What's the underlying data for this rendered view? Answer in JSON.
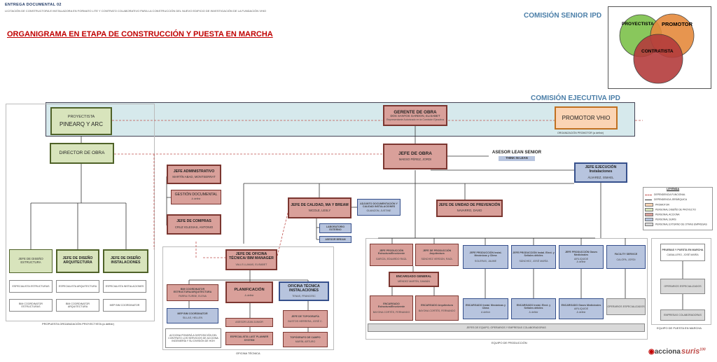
{
  "header": {
    "line1": "ENTREGA DOCUMENTAL 02",
    "line2": "LICITACIÓN DE CONSTRUCTORA E INSTALADORA EN FORMATO LITE Y CONTRATO COLABORATIVO PARA LA CONSTRUCCIÓN DEL NUEVO EDIFICIO DE INVESTIGACIÓN DE LA FUNDACIÓN VHIO",
    "title": "ORGANIGRAMA EN ETAPA DE CONSTRUCCIÓN Y PUESTA EN MARCHA"
  },
  "senior": {
    "title": "COMISIÓN SENIOR IPD",
    "c1": "PROYECTISTA",
    "c2": "PROMOTOR",
    "c3": "CONTRATISTA",
    "c1_color": "#7dc24b",
    "c2_color": "#e58a3c",
    "c3_color": "#b43c3c"
  },
  "ejecutiva": {
    "title": "COMISIÓN EJECUTIVA IPD"
  },
  "proyectista": {
    "label": "PROYECTISTA",
    "name": "PINEARQ Y ARC"
  },
  "promotor": {
    "name": "PROMOTOR VHIO",
    "caption": "ORGANIZACIÓN PROMOTOR (a definir)"
  },
  "gerente": {
    "t": "GERENTE DE OBRA",
    "s": "DOS SANTOS GARDON, ELISABET",
    "n": "Representante Autorizado en la Comisión Ejecutiva"
  },
  "director": {
    "t": "DIRECTOR DE OBRA"
  },
  "jefe_obra": {
    "t": "JEFE DE OBRA",
    "s": "MAESO PÉREZ, JORDI"
  },
  "asesor_lean": {
    "t": "ASESOR LEAN SENIOR",
    "s": "THINK IN LEAN"
  },
  "jefe_ejec": {
    "t": "JEFE EJECUCIÓN Instalaciones",
    "s": "ÁLVAREZ, ISMAEL"
  },
  "jefe_admin": {
    "t": "JEFE ADMINISTRATIVO",
    "s": "MARTÍN ABAD, MONTSERRAT"
  },
  "gestion_doc": {
    "t": "GESTIÓN DOCUMENTAL",
    "s": "A definir"
  },
  "jefe_compras": {
    "t": "JEFE DE COMPRAS",
    "s": "CRUZ IGLESIAS, ANTONIO"
  },
  "jefe_calidad": {
    "t": "JEFE DE CALIDAD, MA Y BREAM",
    "s": "NICOLE, LESLY"
  },
  "adjunto": {
    "t": "ADJUNTO DOCUMENTACIÓN Y CALIDAD INSTALACIONES",
    "s": "GUANZON, JUSTINE"
  },
  "laboratorio": {
    "t": "LABORATORIO EXTERNO"
  },
  "asesor_bream": {
    "t": "ASESOR BREAM"
  },
  "jefe_prev": {
    "t": "JEFE DE UNIDAD DE PREVENCIÓN",
    "s": "NAVARRO, DAVID"
  },
  "legend": {
    "title": "LEYENDA",
    "items": [
      "DEPENDENCIA FUNCIONAL",
      "DEPENDENCIA JERÁRQUICA",
      "PROMOTOR",
      "PERSONAL DISEÑO DE PROYECTO",
      "PERSONAL ACCIONA",
      "PERSONAL SURIS",
      "PERSONAL EXTERNO DE OTRAS EMPRESAS"
    ]
  },
  "diseno": {
    "caption": "PROPUESTA ORGANIZACIÓN PROYECTISTA (a definir)",
    "col1": [
      "JEFE DE DISEÑO ESTRUCTURA",
      "ESPECIALISTA ESTRUCTURAS",
      "BIM COORDINATOR ESTRUCTURAS"
    ],
    "col2": [
      "JEFE DE DISEÑO ARQUITECTURA",
      "ESPECIALISTA ARQUITECTURA",
      "BIM COORDINATOR ARQUITECTURA"
    ],
    "col3": [
      "JEFE DE DISEÑO INSTALACIONES",
      "ESPECIALISTA INSTALACIONES",
      "MEP BIM COORDINATOR"
    ]
  },
  "oficina": {
    "caption": "OFICINA TÉCNICA",
    "jefe": {
      "t": "JEFE DE OFICINA TÉCNICA/ BIM MANAGER",
      "s": "VALLS LLANAS, ELISABET"
    },
    "bim_coord": {
      "t": "BIM COORDINATOR ESTRUCTURA/ARQUITECTURA",
      "s": "PARRA ITURBE, ELENA"
    },
    "mep": {
      "t": "MEP BIM COORDINATOR",
      "s": "SILLAS, HELLEN"
    },
    "acciona": {
      "t": "ACCIONA PONDRÁ A DISPOSICIÓN DEL CONTRATO LOS SERVICIOS DE ACCIONA INGENIERÍA Y SU DIVISIÓN DE HOH"
    },
    "planif": {
      "t": "PLANIFICACIÓN",
      "s": "A definir"
    },
    "asesor_jr": {
      "t": "ASESOR LEAN JUNIOR"
    },
    "last_planner": {
      "t": "ESPECIALISTA LAST PLANNER SYSTEM"
    },
    "ot_inst": {
      "t": "OFICINA TÉCNICA INSTALACIONES",
      "s": "TENAS, FRANCESC"
    },
    "topografia": {
      "t": "JEFE DE TOPOGRAFÍA",
      "s": "BUSTOS HERRERA, JOSÉ C."
    },
    "topografo": {
      "t": "TOPÓGRAFO DE CAMPO",
      "s": "MARÍN, ARTURO"
    }
  },
  "produccion": {
    "caption": "EQUIPO DE PRODUCCIÓN",
    "jp_estr": {
      "t": "JEFE PRODUCCIÓN Estructura/Envolvente",
      "s": "GARCÍA, EDUARDO RAÚL"
    },
    "jp_arq": {
      "t": "JEFE DE PRODUCCIÓN Arquitectura",
      "s": "SÁNCHEZ VERDÚN, RAÚL"
    },
    "enc_gen": {
      "t": "ENCARGADO GENERAL",
      "s": "MÉNDEZ MARTÍN, DAMIÁN"
    },
    "enc_estr": {
      "t": "ENCARGADO Estructura/Envolvente",
      "s": "BAYONA CORTÉS, FERNANDO"
    },
    "enc_arq": {
      "t": "ENCARGADO Arquitectura",
      "s": "BAYONA CORTÉS, FERNANDO"
    },
    "jp_mec": {
      "t": "JEFE PRODUCCIÓN Instal. Mecánicas y Clima",
      "s": "SOLERAS, JAUME"
    },
    "jp_elec": {
      "t": "JEFE PRODUCCIÓN Instal. Elect. y Señales débiles",
      "s": "SÁNCHEZ, JOSÉ MARÍA"
    },
    "jp_gases": {
      "t": "JEFE PRODUCCIÓN Gases Medicinales",
      "s": "AIRLIQUIDE",
      "n": "A definir"
    },
    "facility": {
      "t": "FACILITY SERVICE",
      "s": "CALOPA, JORDI"
    },
    "enc_mec": {
      "t": "ENCARGADO Instal. Mecánicas y Clima",
      "s": "A definir"
    },
    "enc_elec": {
      "t": "ENCARGADO Instal. Elect. y Señales débiles",
      "s": "A definir"
    },
    "enc_gases": {
      "t": "ENCARGADO Gases Medicinales",
      "s": "AIRLIQUIDE",
      "n": "A definir"
    },
    "operarios_esp": {
      "t": "OPERARIOS ESPECIALIZADOS"
    },
    "jefes_equipo": {
      "t": "JEFES DE EQUIPO, OPERARIOS Y EMPRESAS COLABORADORAS"
    }
  },
  "puesta": {
    "caption": "EQUIPO DE PUESTA EN MARCHA",
    "pruebas": {
      "t": "PRUEBAS Y PUESTA EN MARCHA",
      "s": "CABALLERO, JOSÉ MARÍA"
    },
    "operarios": {
      "t": "OPERARIOS ESPECIALIZADOS"
    },
    "empresas": {
      "t": "EMPRESAS COLABORADORAS"
    }
  },
  "logos": {
    "acciona": "acciona",
    "suris": "suris",
    "suris_num": "100"
  }
}
